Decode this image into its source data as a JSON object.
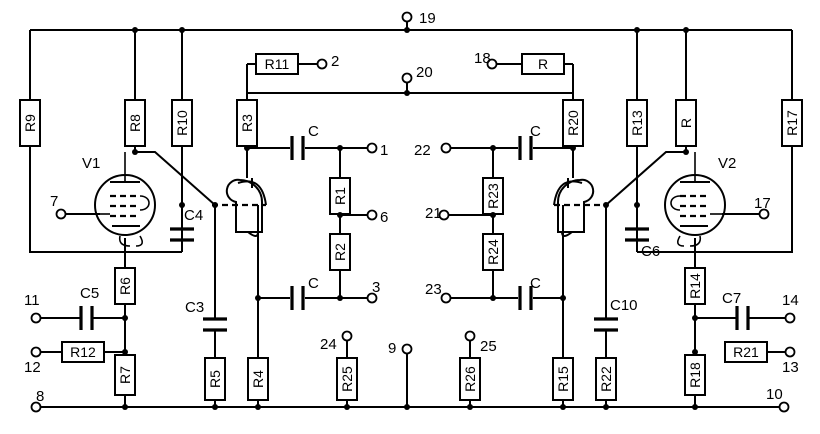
{
  "terminals": {
    "t1": "1",
    "t2": "2",
    "t3": "3",
    "t6": "6",
    "t7": "7",
    "t8": "8",
    "t9": "9",
    "t10": "10",
    "t11": "11",
    "t12": "12",
    "t13": "13",
    "t14": "14",
    "t17": "17",
    "t18": "18",
    "t19": "19",
    "t20": "20",
    "t21": "21",
    "t22": "22",
    "t23": "23",
    "t24": "24",
    "t25": "25"
  },
  "resistors": {
    "R1": "R1",
    "R2": "R2",
    "R3": "R3",
    "R4": "R4",
    "R5": "R5",
    "R6": "R6",
    "R7": "R7",
    "R8": "R8",
    "R9": "R9",
    "R10": "R10",
    "R11": "R11",
    "R12": "R12",
    "R13": "R13",
    "R14": "R14",
    "R15": "R15",
    "R17": "R17",
    "R18": "R18",
    "R20": "R20",
    "R21": "R21",
    "R22": "R22",
    "R23": "R23",
    "R24": "R24",
    "R25": "R25",
    "R26": "R26",
    "Rtop": "R",
    "Rplate": "R"
  },
  "capacitors": {
    "C3": "C3",
    "C4": "C4",
    "C5": "C5",
    "C6": "C6",
    "C7": "C7",
    "C10": "C10",
    "Ca": "C",
    "Cb": "C",
    "Cc": "C",
    "Cd": "C"
  },
  "tubes": {
    "V1": "V1",
    "V2": "V2"
  }
}
